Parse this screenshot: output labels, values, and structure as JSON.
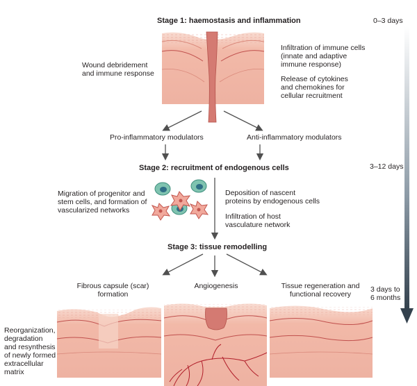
{
  "stage1": {
    "title": "Stage 1: haemostasis and inflammation",
    "time": "0–3 days",
    "left_text": [
      "Wound debridement",
      "and immune response"
    ],
    "right_text_1": [
      "Infiltration of immune cells",
      "(innate and adaptive",
      "immune response)"
    ],
    "right_text_2": [
      "Release of cytokines",
      "and chemokines for",
      "cellular recruitment"
    ]
  },
  "modulators": {
    "pro": "Pro-inflammatory modulators",
    "anti": "Anti-inflammatory modulators"
  },
  "stage2": {
    "title": "Stage 2: recruitment of endogenous cells",
    "time": "3–12 days",
    "left_text": [
      "Migration of progenitor and",
      "stem cells, and formation of",
      "vascularized networks"
    ],
    "right_text_1": [
      "Deposition of nascent",
      "proteins by endogenous cells"
    ],
    "right_text_2": [
      "Infiltration of host",
      "vasculature network"
    ]
  },
  "stage3": {
    "title": "Stage 3: tissue remodelling",
    "time": [
      "3 days to",
      "6 months"
    ],
    "outcomes": {
      "fibrous": [
        "Fibrous capsule (scar)",
        "formation"
      ],
      "angio": [
        "Angiogenesis"
      ],
      "regen": [
        "Tissue regeneration and",
        "functional recovery"
      ]
    },
    "left_text": [
      "Reorganization,",
      "degradation",
      "and resynthesis",
      "of newly formed",
      "extracellular",
      "matrix"
    ]
  },
  "colors": {
    "skin": "#f2b9a8",
    "skin_dark": "#e59484",
    "epidermis": "#f7d8cd",
    "line": "#c0504d",
    "arrow": "#505050",
    "timeline": "#3f4f5c",
    "vessel": "#b11f2a"
  }
}
